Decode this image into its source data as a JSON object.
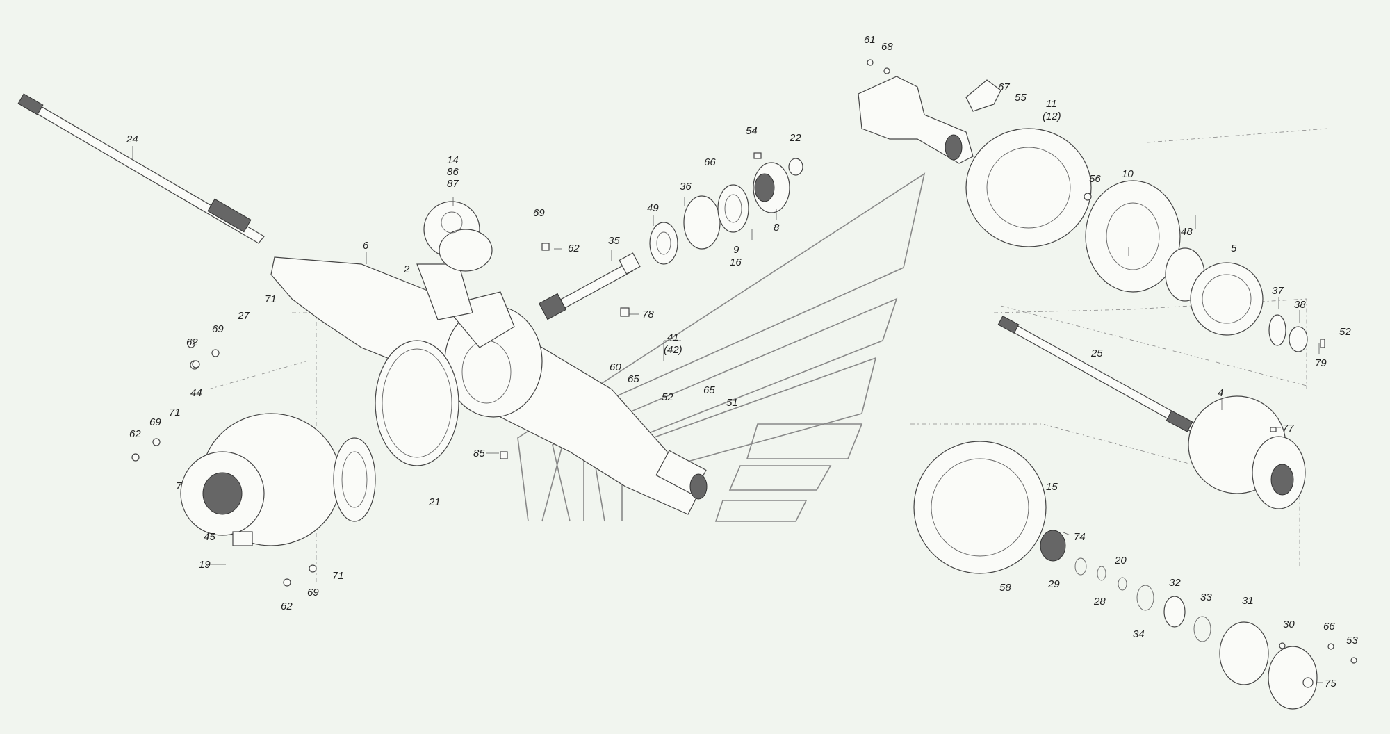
{
  "diagram": {
    "labels": [
      {
        "id": "l61",
        "text": "61"
      },
      {
        "id": "l68",
        "text": "68"
      },
      {
        "id": "l67",
        "text": "67"
      },
      {
        "id": "l55",
        "text": "55"
      },
      {
        "id": "l11",
        "text": "11"
      },
      {
        "id": "l12",
        "text": "(12)"
      },
      {
        "id": "l24",
        "text": "24"
      },
      {
        "id": "l54",
        "text": "54"
      },
      {
        "id": "l22",
        "text": "22"
      },
      {
        "id": "l66a",
        "text": "66"
      },
      {
        "id": "l14",
        "text": "14"
      },
      {
        "id": "l86",
        "text": "86"
      },
      {
        "id": "l87",
        "text": "87"
      },
      {
        "id": "l56",
        "text": "56"
      },
      {
        "id": "l10",
        "text": "10"
      },
      {
        "id": "l36",
        "text": "36"
      },
      {
        "id": "l49",
        "text": "49"
      },
      {
        "id": "l69a",
        "text": "69"
      },
      {
        "id": "l8",
        "text": "8"
      },
      {
        "id": "l62a",
        "text": "62"
      },
      {
        "id": "l35",
        "text": "35"
      },
      {
        "id": "l9",
        "text": "9"
      },
      {
        "id": "l16",
        "text": "16"
      },
      {
        "id": "l6",
        "text": "6"
      },
      {
        "id": "l48",
        "text": "48"
      },
      {
        "id": "l5",
        "text": "5"
      },
      {
        "id": "l2",
        "text": "2"
      },
      {
        "id": "l37",
        "text": "37"
      },
      {
        "id": "l38",
        "text": "38"
      },
      {
        "id": "l71a",
        "text": "71"
      },
      {
        "id": "l78",
        "text": "78"
      },
      {
        "id": "l27",
        "text": "27"
      },
      {
        "id": "l52a",
        "text": "52"
      },
      {
        "id": "l41",
        "text": "41"
      },
      {
        "id": "l42",
        "text": "(42)"
      },
      {
        "id": "l69b",
        "text": "69"
      },
      {
        "id": "l62b",
        "text": "62"
      },
      {
        "id": "l79",
        "text": "79"
      },
      {
        "id": "l25",
        "text": "25"
      },
      {
        "id": "l60",
        "text": "60"
      },
      {
        "id": "l65a",
        "text": "65"
      },
      {
        "id": "l65b",
        "text": "65"
      },
      {
        "id": "l52b",
        "text": "52"
      },
      {
        "id": "l44",
        "text": "44"
      },
      {
        "id": "l51",
        "text": "51"
      },
      {
        "id": "l4",
        "text": "4"
      },
      {
        "id": "l71b",
        "text": "71"
      },
      {
        "id": "l69c",
        "text": "69"
      },
      {
        "id": "l77",
        "text": "77"
      },
      {
        "id": "l62c",
        "text": "62"
      },
      {
        "id": "l85",
        "text": "85"
      },
      {
        "id": "l7",
        "text": "7"
      },
      {
        "id": "l21",
        "text": "21"
      },
      {
        "id": "l15",
        "text": "15"
      },
      {
        "id": "l45",
        "text": "45"
      },
      {
        "id": "l74",
        "text": "74"
      },
      {
        "id": "l19",
        "text": "19"
      },
      {
        "id": "l20",
        "text": "20"
      },
      {
        "id": "l71c",
        "text": "71"
      },
      {
        "id": "l58",
        "text": "58"
      },
      {
        "id": "l29",
        "text": "29"
      },
      {
        "id": "l32",
        "text": "32"
      },
      {
        "id": "l69d",
        "text": "69"
      },
      {
        "id": "l28",
        "text": "28"
      },
      {
        "id": "l33",
        "text": "33"
      },
      {
        "id": "l31",
        "text": "31"
      },
      {
        "id": "l62d",
        "text": "62"
      },
      {
        "id": "l34",
        "text": "34"
      },
      {
        "id": "l30",
        "text": "30"
      },
      {
        "id": "l66b",
        "text": "66"
      },
      {
        "id": "l53",
        "text": "53"
      },
      {
        "id": "l75",
        "text": "75"
      }
    ]
  },
  "colors": {
    "background": "#f1f5ef",
    "line": "#555555",
    "text": "#222222"
  }
}
